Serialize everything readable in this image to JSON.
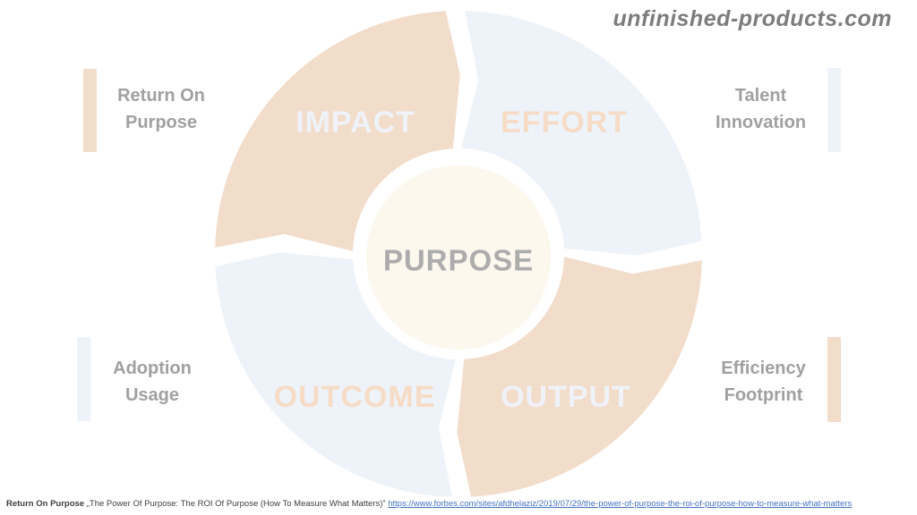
{
  "watermark": "unfinished-products.com",
  "diagram": {
    "center_label": "PURPOSE",
    "flow": "clockwise",
    "segments": [
      {
        "label": "IMPACT",
        "position": "top-left",
        "fill": "#F2DCCA",
        "label_color": "#EFF3F9"
      },
      {
        "label": "EFFORT",
        "position": "top-right",
        "fill": "#EDF3F9",
        "label_color": "#F6DCC6"
      },
      {
        "label": "OUTPUT",
        "position": "bottom-right",
        "fill": "#F2DCCA",
        "label_color": "#EFF3F9"
      },
      {
        "label": "OUTCOME",
        "position": "bottom-left",
        "fill": "#EDF3F9",
        "label_color": "#F6DCC6"
      }
    ],
    "callouts": [
      {
        "lines": [
          "Return On",
          "Purpose"
        ],
        "position": "top-left",
        "bar_color": "#F2DCCA"
      },
      {
        "lines": [
          "Talent",
          "Innovation"
        ],
        "position": "top-right",
        "bar_color": "#EDF3F9"
      },
      {
        "lines": [
          "Adoption",
          "Usage"
        ],
        "position": "bottom-left",
        "bar_color": "#EDF3F9"
      },
      {
        "lines": [
          "Efficiency",
          "Footprint"
        ],
        "position": "bottom-right",
        "bar_color": "#F2DCCA"
      }
    ]
  },
  "footnote": {
    "source": "Return On Purpose",
    "citation": "„The Power Of Purpose: The ROI Of Purpose (How To Measure What Matters)”",
    "link": "https://www.forbes.com/sites/afdhelaziz/2019/07/29/the-power-of-purpose-the-roi-of-purpose-how-to-measure-what-matters"
  },
  "colors": {
    "peach": "#F2DCCA",
    "light_blue": "#EDF3F9",
    "center_cream": "#FDF8EE",
    "label_gray": "#A0A0A0",
    "center_text_gray": "#ACACAC",
    "watermark_gray": "#7C7C7C",
    "footnote_text": "#3F3F3F",
    "link_blue": "#4472C4"
  }
}
